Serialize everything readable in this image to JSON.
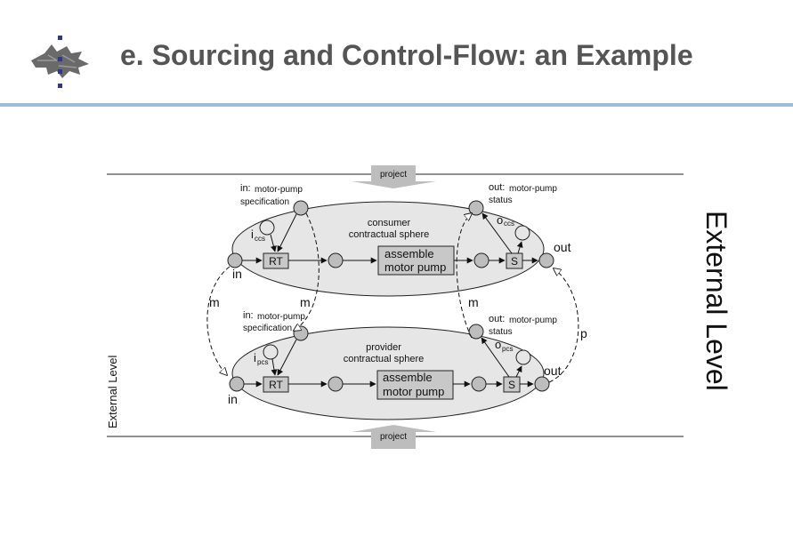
{
  "slide": {
    "title": "e. Sourcing and Control-Flow: an Example",
    "logo_icon": "university-logo-icon",
    "colors": {
      "title": "#555555",
      "rule": "#9dbbe0",
      "ellipse": "#e6e6e6",
      "place": "#bdbdbd",
      "task": "#c8c8c8"
    }
  },
  "diagram": {
    "external_level_right": "External Level",
    "external_level_left": "External Level",
    "project_top": "project",
    "project_bottom": "project",
    "consumer": {
      "in_label": "in:",
      "in_text_1": "motor-pump",
      "in_text_2": "specification",
      "out_label": "out:",
      "out_text_1": "motor-pump",
      "out_text_2": "status",
      "sphere_1": "consumer",
      "sphere_2": "contractual sphere",
      "i_main": "i",
      "i_sub": "ccs",
      "o_main": "o",
      "o_sub": "ccs",
      "rt": "RT",
      "task_1": "assemble",
      "task_2": "motor pump",
      "s": "S",
      "in": "in",
      "out": "out"
    },
    "provider": {
      "in_label": "in:",
      "in_text_1": "motor-pump",
      "in_text_2": "specification",
      "out_label": "out:",
      "out_text_1": "motor-pump",
      "out_text_2": "status",
      "sphere_1": "provider",
      "sphere_2": "contractual sphere",
      "i_main": "i",
      "i_sub": "pcs",
      "o_main": "o",
      "o_sub": "pcs",
      "rt": "RT",
      "task_1": "assemble",
      "task_2": "motor pump",
      "s": "S",
      "in": "in",
      "out": "out"
    },
    "messages": {
      "m1": "m",
      "m2": "m",
      "m3": "m",
      "p": "p"
    }
  }
}
